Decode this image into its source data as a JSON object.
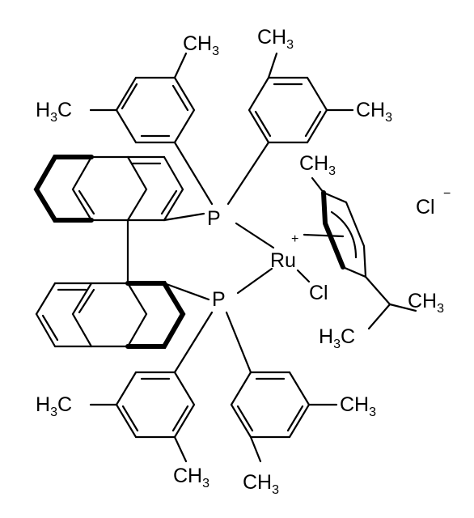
{
  "atoms": {
    "ch3_top_left": {
      "base": "CH",
      "sub": "3"
    },
    "h3c_left_upper": {
      "base": "H",
      "sub": "3",
      "tail": "C"
    },
    "ch3_top_right": {
      "base": "CH",
      "sub": "3"
    },
    "ch3_right_upper": {
      "base": "CH",
      "sub": "3"
    },
    "p_upper": "P",
    "p_lower": "P",
    "ru": "Ru",
    "ru_charge": "+",
    "cl_ru": "Cl",
    "ch3_cymene": {
      "base": "CH",
      "sub": "3"
    },
    "ch3_isopropyl": {
      "base": "CH",
      "sub": "3"
    },
    "h3c_isopropyl": {
      "base": "H",
      "sub": "3",
      "tail": "C"
    },
    "cl_counterion": "Cl",
    "cl_counterion_charge": "−",
    "h3c_left_lower": {
      "base": "H",
      "sub": "3",
      "tail": "C"
    },
    "ch3_bottom_left": {
      "base": "CH",
      "sub": "3"
    },
    "ch3_right_lower": {
      "base": "CH",
      "sub": "3"
    },
    "ch3_bottom_right": {
      "base": "CH",
      "sub": "3"
    }
  }
}
